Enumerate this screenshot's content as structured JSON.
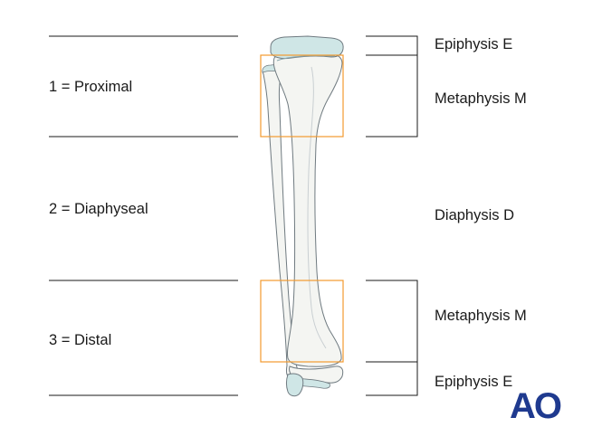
{
  "left_labels": {
    "proximal": "1 = Proximal",
    "diaphyseal": "2 = Diaphyseal",
    "distal": "3 = Distal"
  },
  "right_labels": {
    "epiphysis_top": "Epiphysis E",
    "metaphysis_top": "Metaphysis M",
    "diaphysis": "Diaphysis D",
    "metaphysis_bottom": "Metaphysis M",
    "epiphysis_bottom": "Epiphysis E"
  },
  "logo": "AO",
  "colors": {
    "line": "#1a1a1a",
    "highlight_box": "#f29a2e",
    "bone_fill": "#f4f5f2",
    "bone_outline": "#6f7a80",
    "cartilage": "#cfe6e6",
    "logo": "#1f3a8f"
  }
}
